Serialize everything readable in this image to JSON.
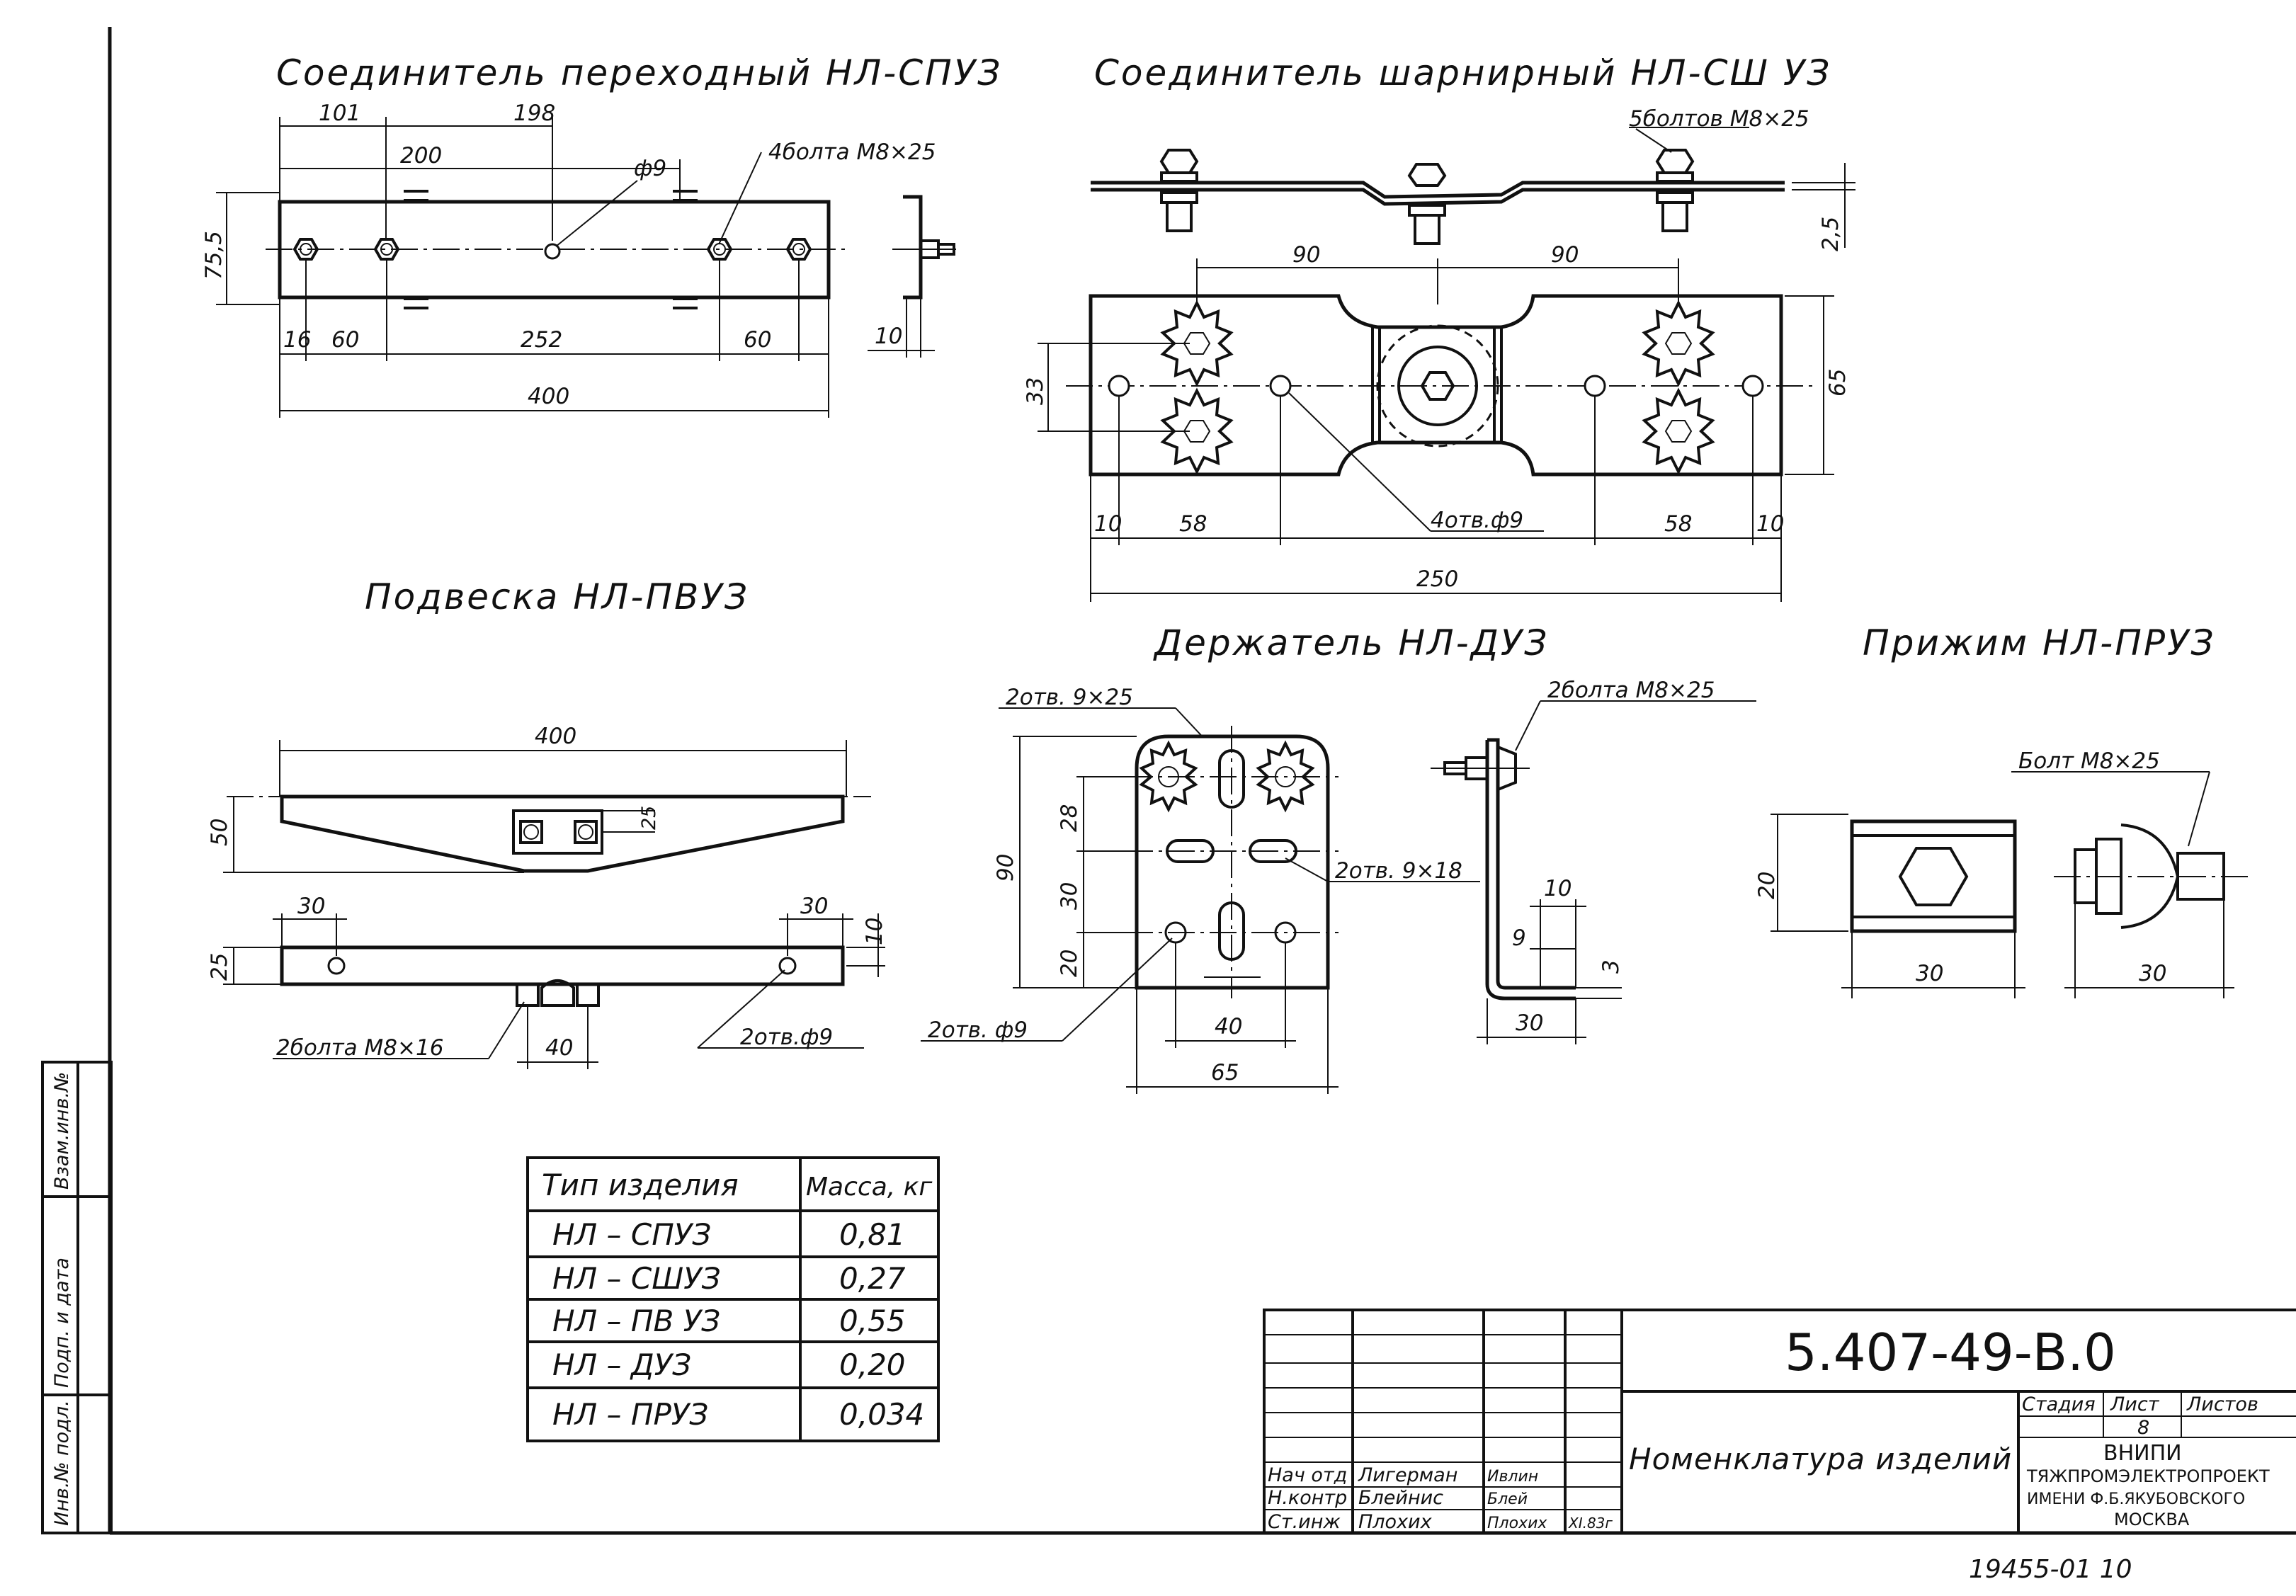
{
  "titles": {
    "spu": "Соединитель переходный НЛ-СПУЗ",
    "shu": "Соединитель шарнирный НЛ-СШ УЗ",
    "pvu": "Подвеска НЛ-ПВУЗ",
    "du": "Держатель НЛ-ДУЗ",
    "pru": "Прижим НЛ-ПРУЗ"
  },
  "dims": {
    "spu": {
      "d101": "101",
      "d198": "198",
      "d200": "200",
      "phi9": "ф9",
      "bolts": "4болта М8×25",
      "d75": "75,5",
      "d16": "16",
      "d60a": "60",
      "d252": "252",
      "d60b": "60",
      "d400": "400",
      "d10": "10"
    },
    "shu": {
      "bolts": "5болтов М8×25",
      "d2_5": "2,5",
      "d90a": "90",
      "d90b": "90",
      "d33": "33",
      "d65": "65",
      "d10a": "10",
      "d58a": "58",
      "holes": "4отв.ф9",
      "d58b": "58",
      "d10b": "10",
      "d250": "250"
    },
    "pvu": {
      "d400": "400",
      "d50": "50",
      "d25a": "25",
      "d30a": "30",
      "d30b": "30",
      "d10": "10",
      "d25b": "25",
      "bolts": "2болта М8×16",
      "d40": "40",
      "holes": "2отв.ф9"
    },
    "du": {
      "slots25": "2отв. 9×25",
      "d28": "28",
      "d90": "90",
      "d30": "30",
      "d20": "20",
      "slots18": "2отв. 9×18",
      "holes9": "2отв. ф9",
      "d40": "40",
      "d65": "65",
      "bolts": "2болта М8×25",
      "d10": "10",
      "d9": "9",
      "d3": "3",
      "d30s": "30"
    },
    "pru": {
      "bolt": "Болт М8×25",
      "d20": "20",
      "d30a": "30",
      "d30b": "30"
    }
  },
  "mass_table": {
    "headers": [
      "Тип изделия",
      "Масса, кг"
    ],
    "rows": [
      [
        "НЛ – СПУЗ",
        "0,81"
      ],
      [
        "НЛ – СШУЗ",
        "0,27"
      ],
      [
        "НЛ – ПВ УЗ",
        "0,55"
      ],
      [
        "НЛ – ДУЗ",
        "0,20"
      ],
      [
        "НЛ – ПРУЗ",
        "0,034"
      ]
    ]
  },
  "title_block": {
    "code": "5.407-49-В.0",
    "doc_title": "Номенклатура изделий",
    "stage_label": "Стадия",
    "sheet_label": "Лист",
    "sheets_label": "Листов",
    "sheet_no": "8",
    "org": [
      "ВНИПИ",
      "ТЯЖПРОМЭЛЕКТРОПРОЕКТ",
      "ИМЕНИ Ф.Б.ЯКУБОВСКОГО",
      "МОСКВА"
    ],
    "roles": [
      {
        "role": "Нач отд",
        "name": "Лигерман",
        "sign": "Ивлин",
        "date": ""
      },
      {
        "role": "Н.контр",
        "name": "Блейнис",
        "sign": "Блей",
        "date": ""
      },
      {
        "role": "Ст.инж",
        "name": "Плохих",
        "sign": "Плохих",
        "date": "XI.83г"
      }
    ]
  },
  "side_stamp": [
    "Инв.№ подл.",
    "Подп. и дата",
    "Взам.инв.№"
  ],
  "archive_number": "19455-01 10"
}
